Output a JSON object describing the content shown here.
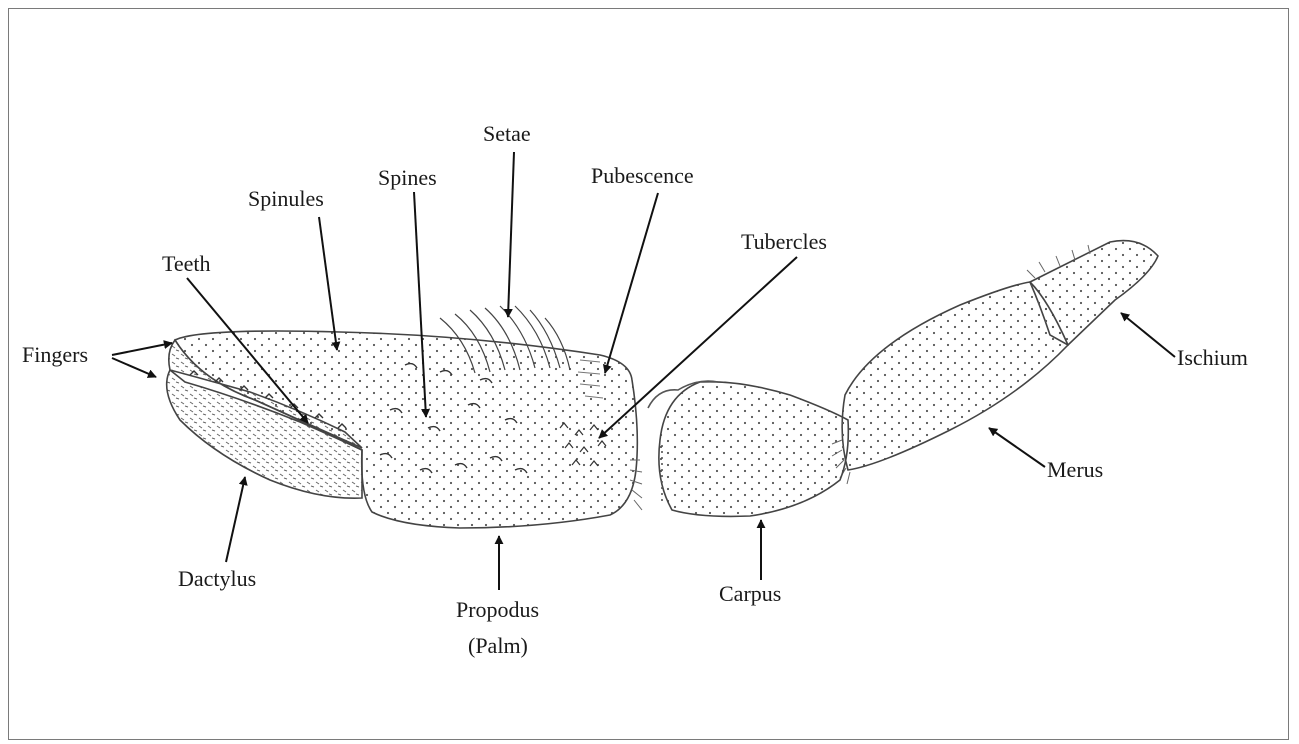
{
  "labels": {
    "fingers": "Fingers",
    "teeth": "Teeth",
    "spinules": "Spinules",
    "spines": "Spines",
    "setae": "Setae",
    "pubescence": "Pubescence",
    "tubercles": "Tubercles",
    "ischium": "Ischium",
    "merus": "Merus",
    "carpus": "Carpus",
    "propodus": "Propodus",
    "palm": "(Palm)",
    "dactylus": "Dactylus"
  },
  "colors": {
    "ink": "#1a1a1a",
    "line": "#444444",
    "frame": "#7a7a7a",
    "background": "#ffffff"
  }
}
